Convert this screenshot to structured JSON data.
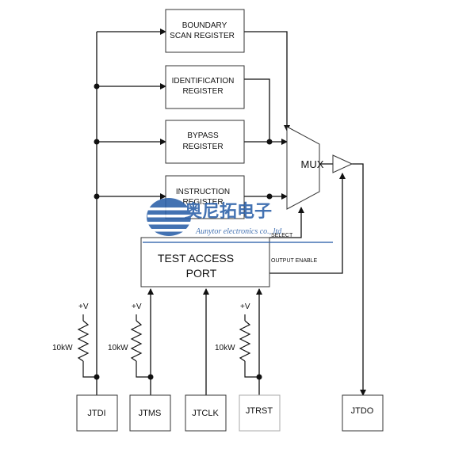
{
  "registers": {
    "boundary_scan": [
      "BOUNDARY",
      "SCAN REGISTER"
    ],
    "identification": [
      "IDENTIFICATION",
      "REGISTER"
    ],
    "bypass": [
      "BYPASS",
      "REGISTER"
    ],
    "instruction": [
      "INSTRUCTION",
      "REGISTER"
    ]
  },
  "mux_label": "MUX",
  "tap": [
    "TEST ACCESS",
    "PORT"
  ],
  "signals": {
    "select": "SELECT",
    "output_enable": "OUTPUT ENABLE"
  },
  "power": {
    "supply": "+V",
    "resistor": "10kW"
  },
  "pins": {
    "tdi": "JTDI",
    "tms": "JTMS",
    "tclk": "JTCLK",
    "trst": "JTRST",
    "tdo": "JTDO"
  },
  "watermark": {
    "cn": "奥尼拓电子",
    "en": "Aunytor electronics co., ltd"
  },
  "colors": {
    "line": "#111111",
    "box": "#333333",
    "watermark_blue": "#2a5fa8"
  }
}
